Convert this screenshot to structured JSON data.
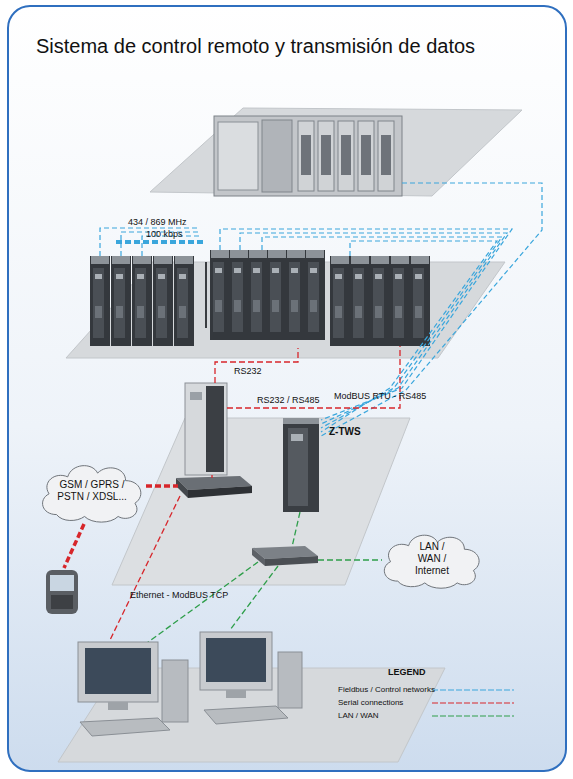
{
  "diagram": {
    "title": "Sistema de control remoto y transmisión de datos",
    "nodes": [
      {
        "text": [
          "Z-TWS"
        ]
      },
      {
        "text": [
          "GSM / GPRS / PSTN / XDSL..."
        ]
      },
      {
        "text": [
          "LAN / WAN / Internet"
        ]
      }
    ],
    "labels": [
      "434 / 869 MHz",
      "100 kbps",
      "RS232",
      "RS232 / RS485",
      "ModBUS RTU - RS485",
      "Ethernet - ModBUS TCP",
      "LEGEND"
    ],
    "legend": [
      {
        "text": "Fieldbus / Control networks"
      },
      {
        "text": "Serial connections"
      },
      {
        "text": "LAN / WAN"
      }
    ]
  }
}
